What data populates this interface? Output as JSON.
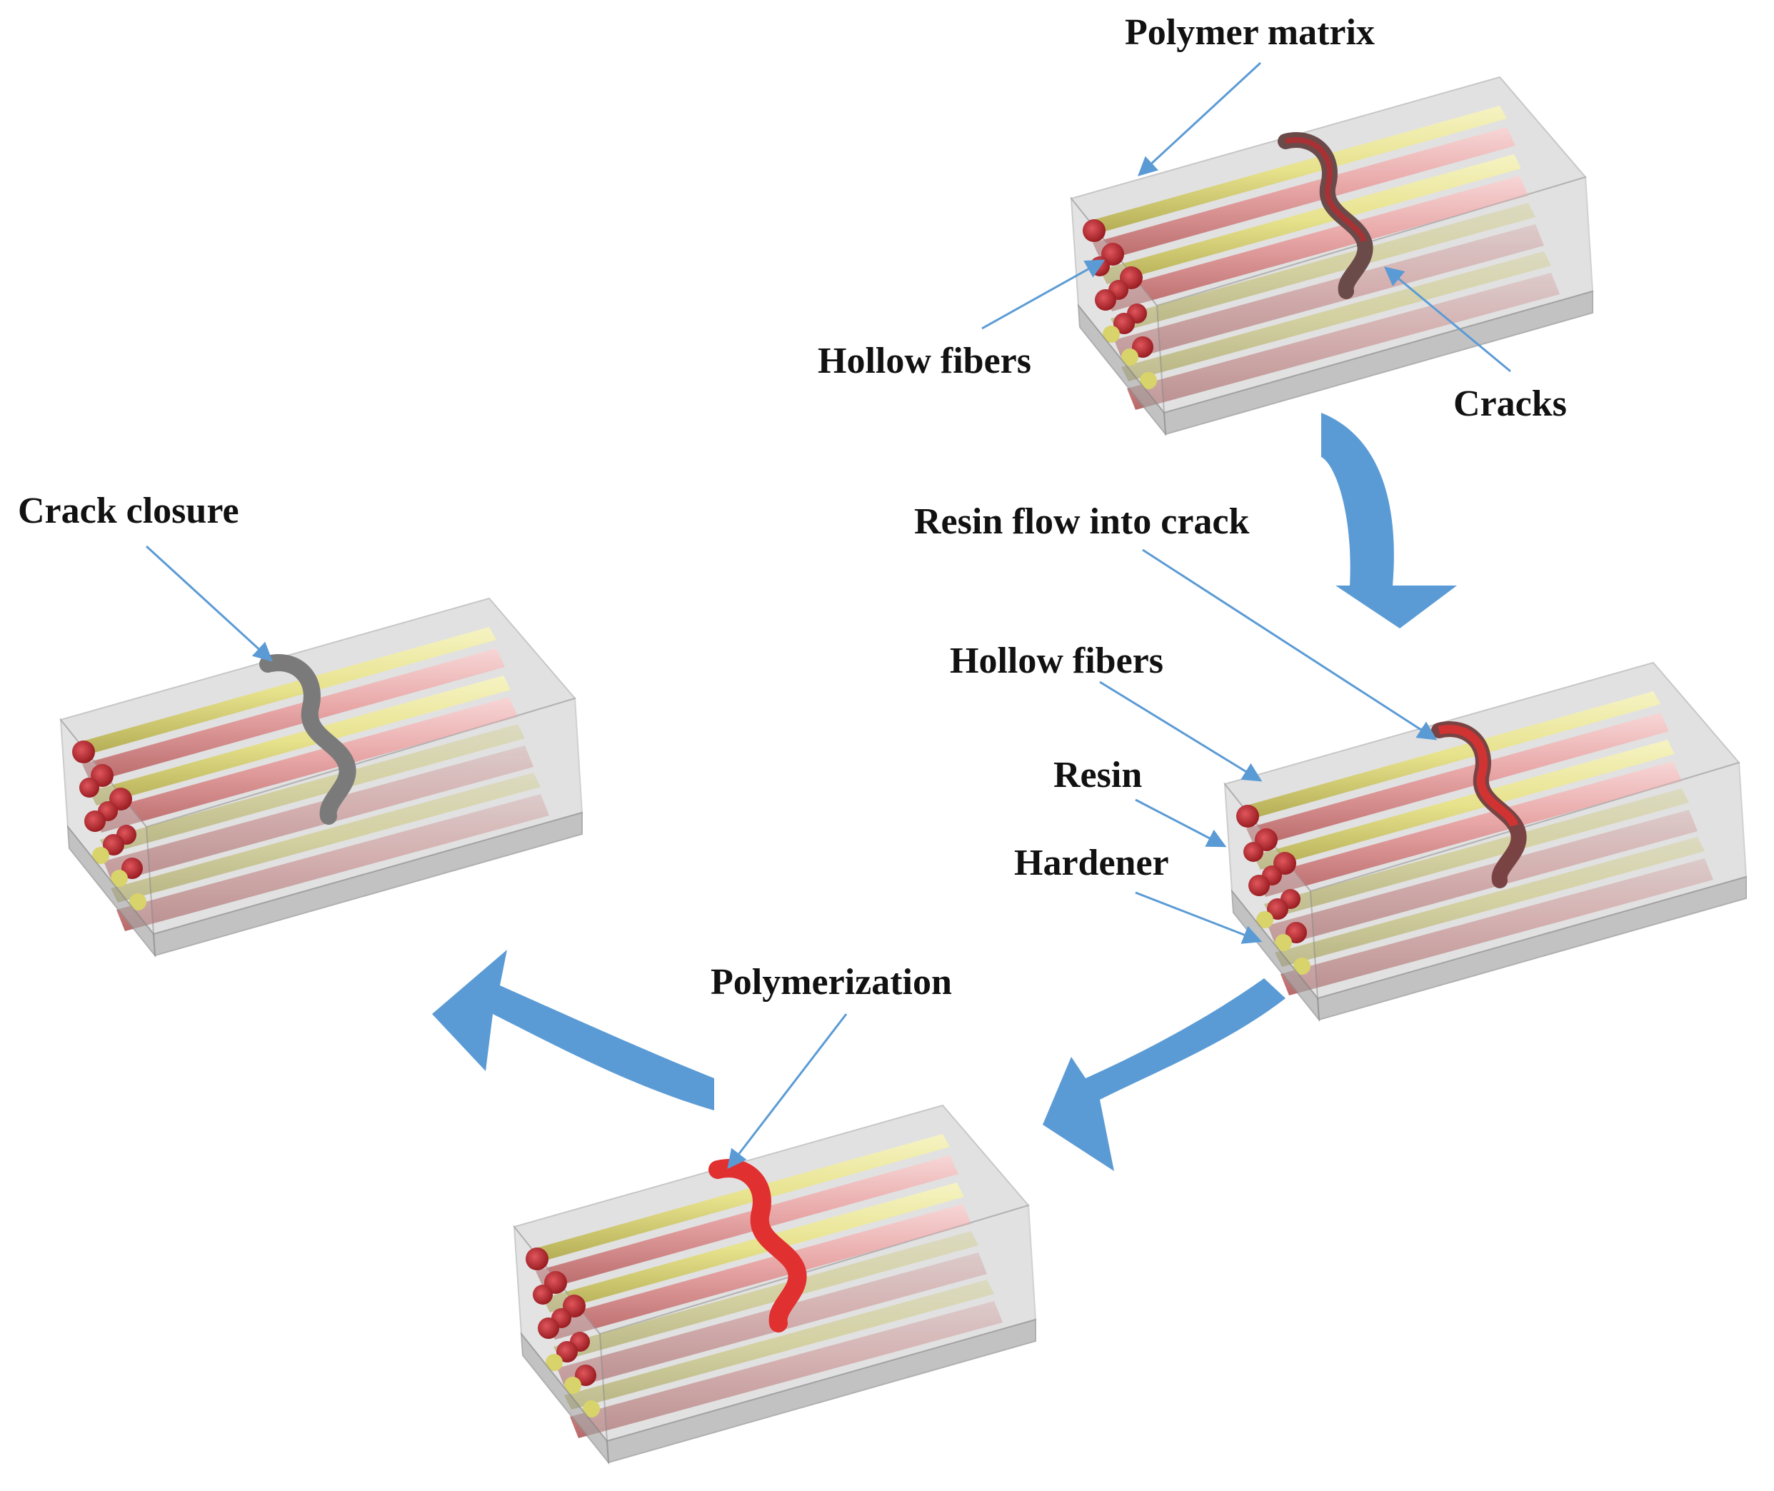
{
  "labels": {
    "polymer_matrix": "Polymer matrix",
    "hollow_fibers_top": "Hollow fibers",
    "cracks": "Cracks",
    "resin_flow": "Resin flow into crack",
    "hollow_fibers_right": "Hollow fibers",
    "resin": "Resin",
    "hardener": "Hardener",
    "polymerization": "Polymerization",
    "crack_closure": "Crack closure"
  },
  "colors": {
    "arrow_blue": "#5b9bd5",
    "leader_line": "#5b9bd5",
    "matrix_gray": "#b9b9b9",
    "fiber_pink": "#e8a6a6",
    "fiber_yellow": "#e7e28c",
    "fiber_end_red": "#c0282e",
    "crack_dark": "#6b4a4a",
    "crack_red": "#e03030",
    "crack_healed_gray": "#7a7a7a"
  },
  "icons": {
    "process_arrow": "curved-flow-arrow"
  }
}
